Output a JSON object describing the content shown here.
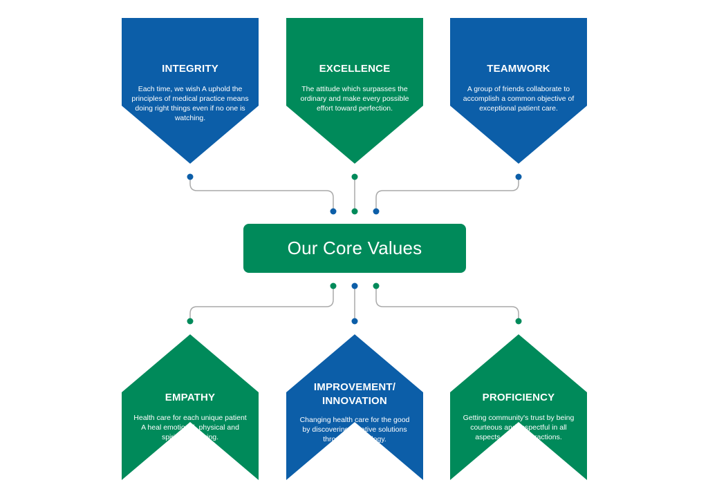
{
  "colors": {
    "blue": "#0c5ea8",
    "green": "#008a5a",
    "connector": "#a9a9a9"
  },
  "center": {
    "title": "Our Core Values"
  },
  "values": [
    {
      "key": "integrity",
      "title": "INTEGRITY",
      "description": "Each time, we wish A uphold the principles of medical practice means doing right things even if no one is watching.",
      "color": "blue"
    },
    {
      "key": "excellence",
      "title": "EXCELLENCE",
      "description": "The attitude which surpasses the ordinary and make every possible effort toward perfection.",
      "color": "green"
    },
    {
      "key": "teamwork",
      "title": "TEAMWORK",
      "description": "A group of friends collaborate to accomplish a common objective of exceptional patient care.",
      "color": "blue"
    },
    {
      "key": "empathy",
      "title": "EMPATHY",
      "description": "Health care for each unique patient A heal emotional, physical and spiritual suffering.",
      "color": "green"
    },
    {
      "key": "improvement-innovation",
      "title": "IMPROVEMENT/ INNOVATION",
      "description": "Changing health care for the good by discovering creative solutions through technology.",
      "color": "blue"
    },
    {
      "key": "proficiency",
      "title": "PROFICIENCY",
      "description": "Getting community's trust by being courteous and respectful in all aspects of our interactions.",
      "color": "green"
    }
  ]
}
